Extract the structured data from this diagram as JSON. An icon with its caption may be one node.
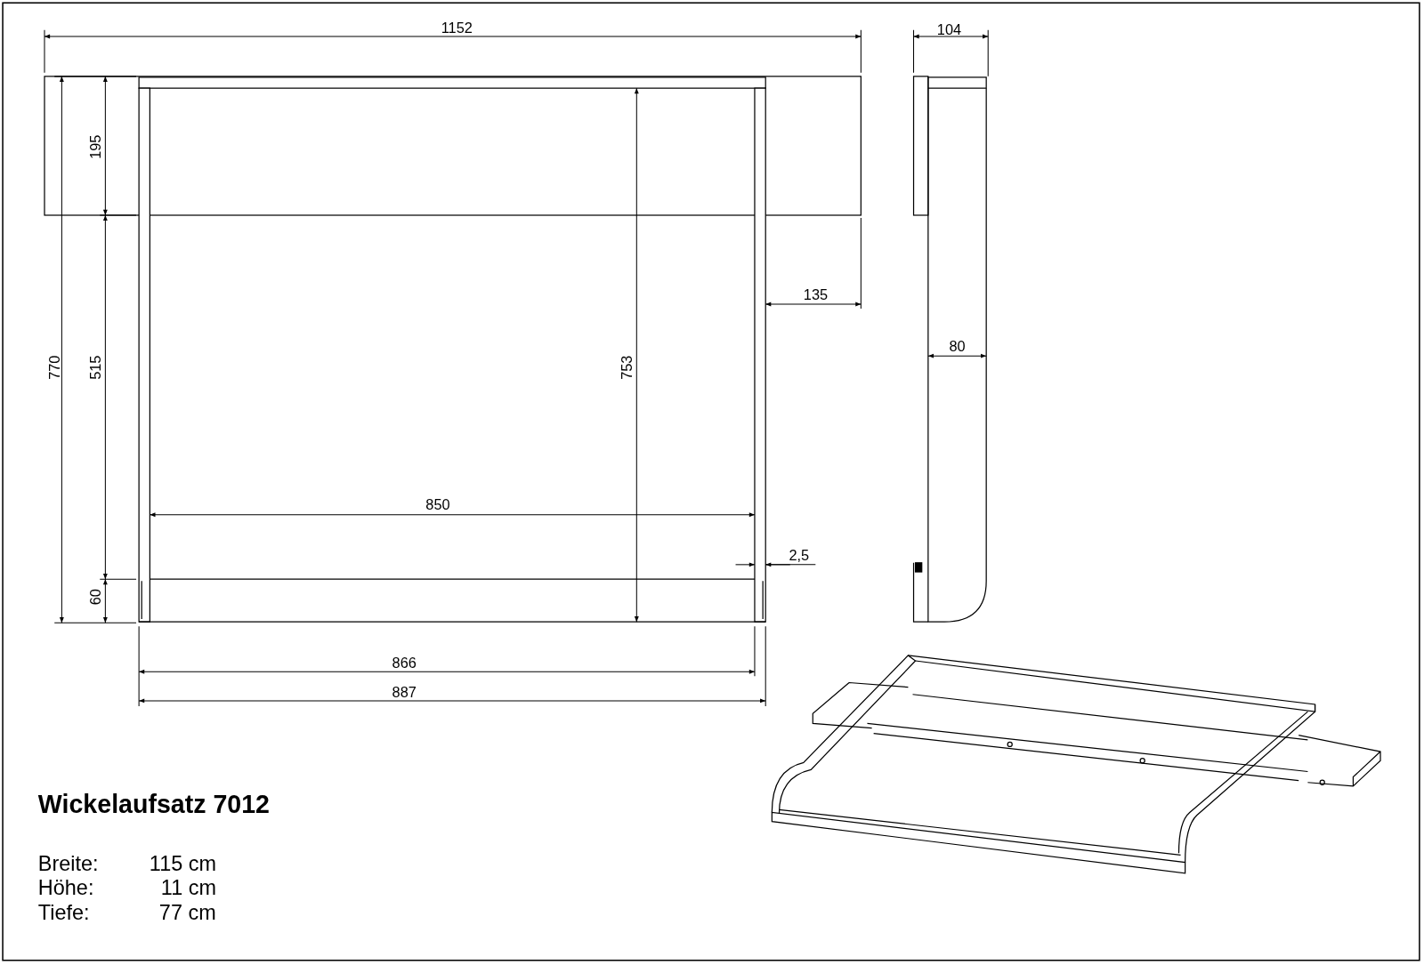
{
  "diagram": {
    "title": "Wickelaufsatz 7012",
    "labels": [
      "1152",
      "104",
      "195",
      "135",
      "80",
      "770",
      "515",
      "753",
      "850",
      "2,5",
      "60",
      "866",
      "887",
      "Breite:",
      "115 cm",
      "Höhe:",
      "11 cm",
      "Tiefe:",
      "77 cm"
    ]
  }
}
